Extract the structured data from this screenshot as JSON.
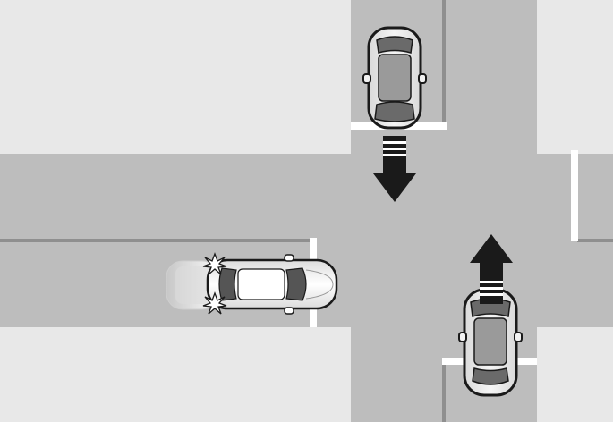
{
  "scene": {
    "description_elements": [
      "intersection",
      "ego-car",
      "car-top-approaching",
      "car-bottom-approaching",
      "arrow-down",
      "arrow-up"
    ]
  },
  "colors": {
    "sidewalk": "#e8e8e8",
    "road": "#bdbdbd",
    "lane_line": "#8f8f8f",
    "stop_line": "#ffffff",
    "car_body": "#f2f2f2",
    "car_outline": "#1a1a1a",
    "car_glass": "#6a6a6a",
    "ego_body": "#ffffff",
    "ego_glass": "#555555",
    "arrow": "#1a1a1a",
    "arrow_stripe": "#ffffff",
    "flash": "#ffffff"
  },
  "icons": {
    "arrow_down": "arrow-down-icon",
    "arrow_up": "arrow-up-icon",
    "warning_flash": "warning-flash-icon"
  }
}
